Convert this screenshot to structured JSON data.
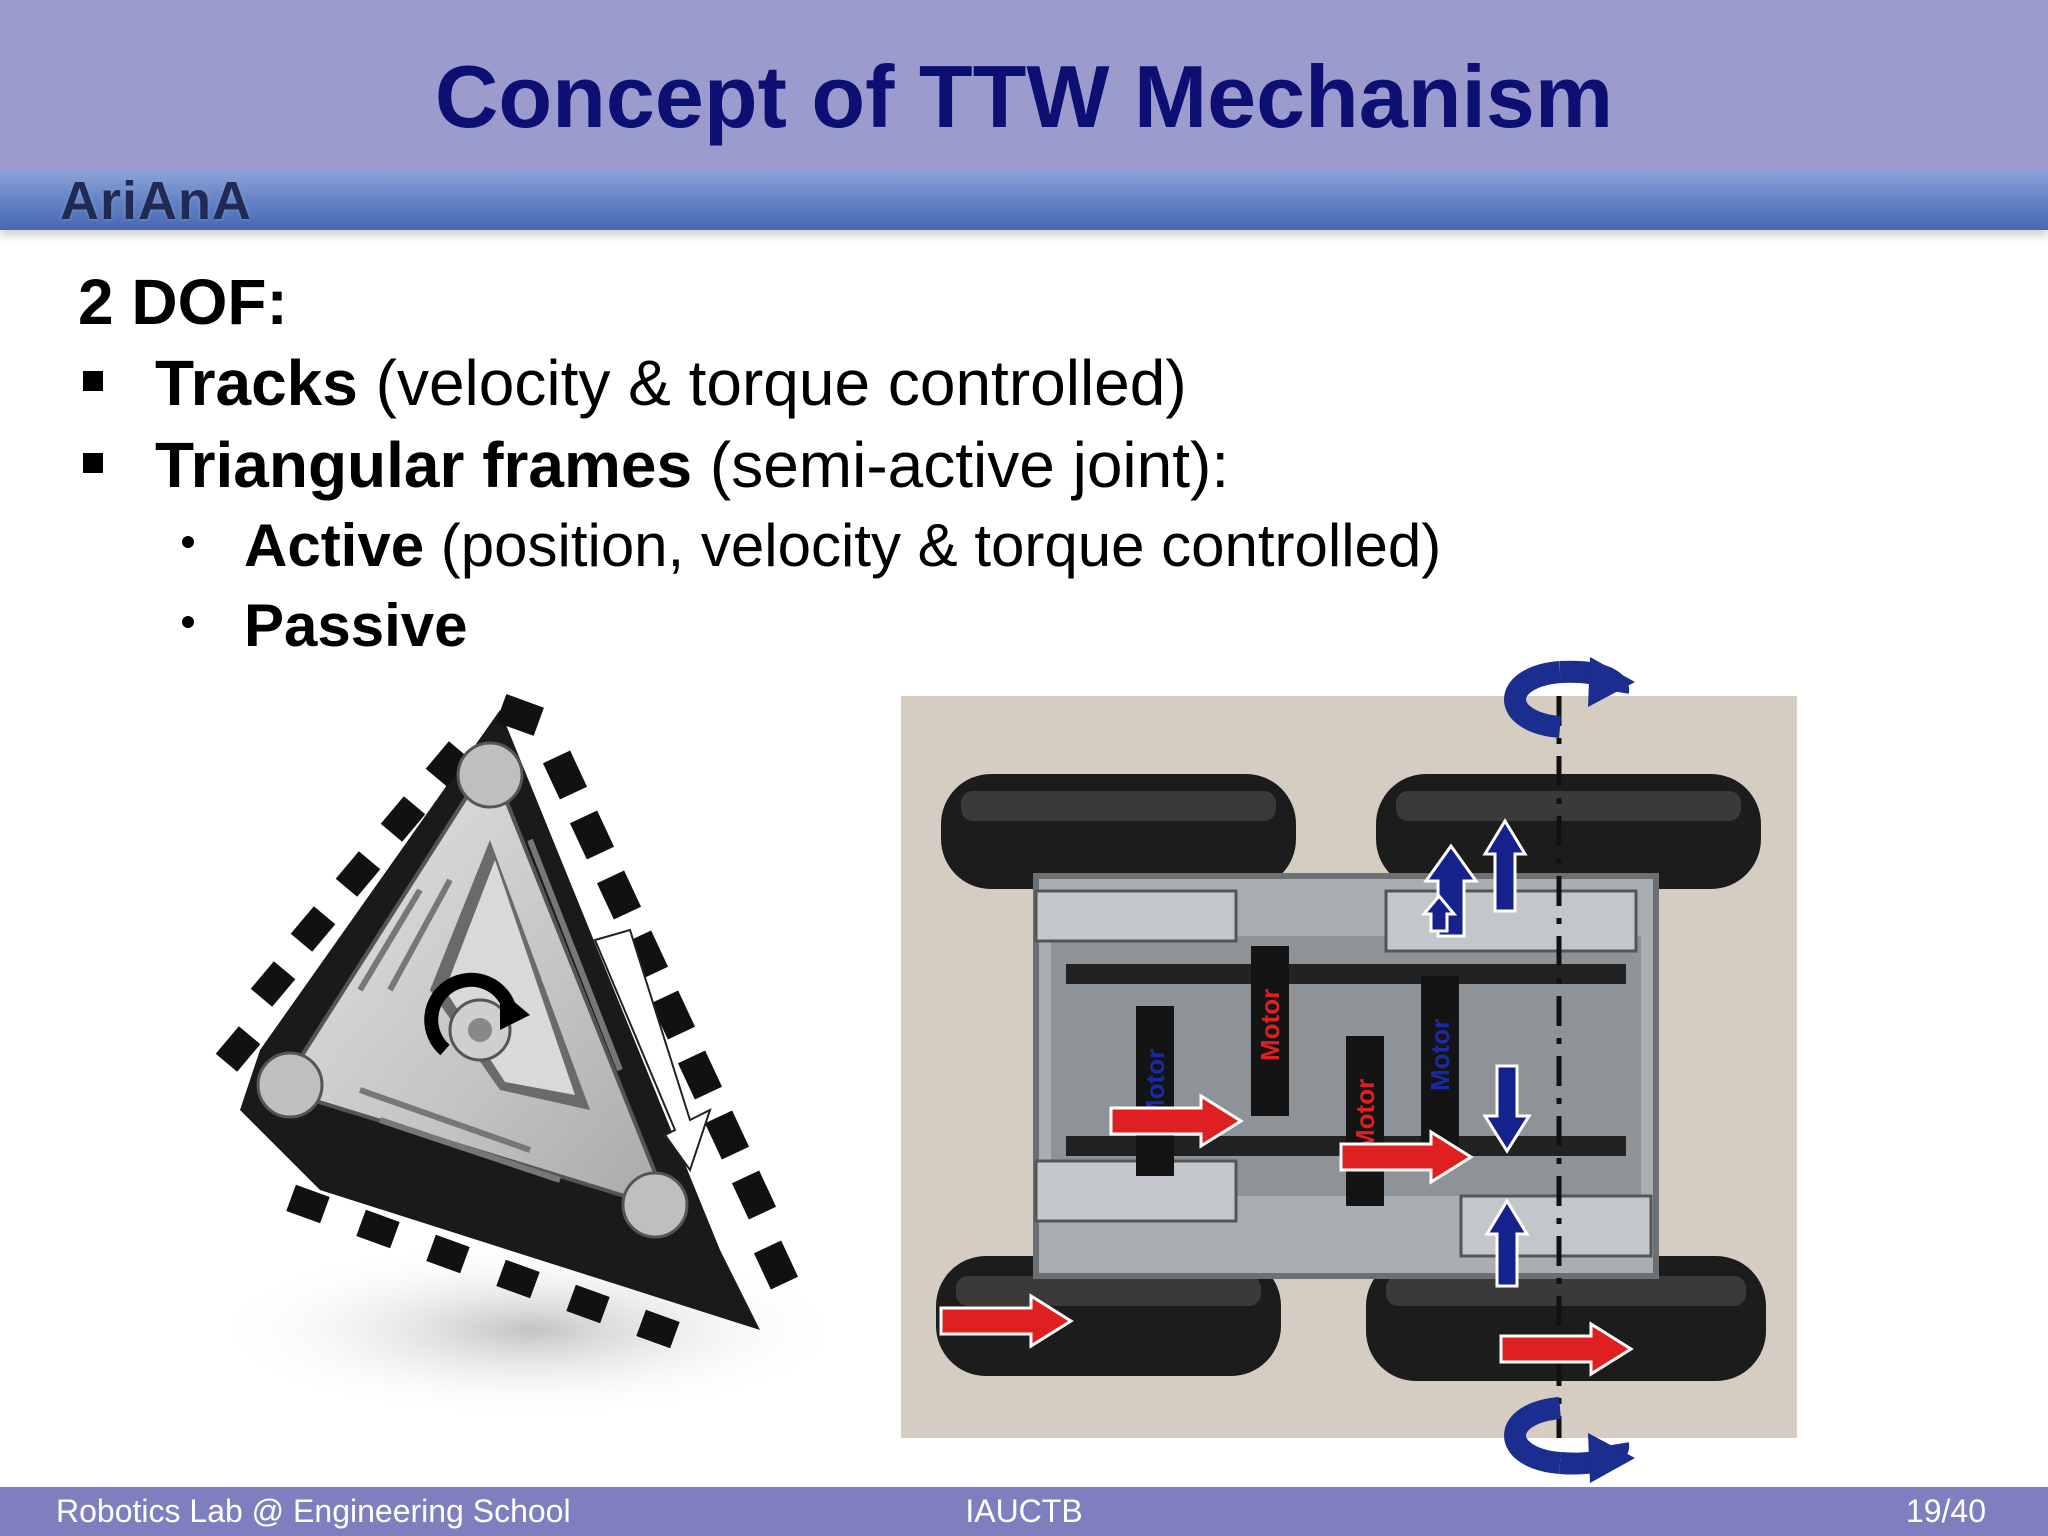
{
  "slide": {
    "title": "Concept of TTW Mechanism",
    "logo_text": "AriAnA",
    "heading": "2 DOF:",
    "bullets": [
      {
        "bold": "Tracks",
        "rest": " (velocity & torque controlled)"
      },
      {
        "bold": "Triangular frames",
        "rest": " (semi-active joint):"
      }
    ],
    "sub_bullets": [
      {
        "bold": "Active",
        "rest": " (position, velocity & torque controlled)"
      },
      {
        "bold": "Passive",
        "rest": ""
      }
    ],
    "photo_labels": [
      "Motor",
      "Motor",
      "Motor",
      "Motor"
    ]
  },
  "footer": {
    "left": "Robotics Lab @ Engineering School",
    "center": "IAUCTB",
    "right": "19/40"
  },
  "colors": {
    "title_bar": "#9b9ccd",
    "title_text": "#0d0f72",
    "footer_bar": "#7e7fbf",
    "arrow_red": "#e02020",
    "arrow_blue": "#16228c"
  }
}
